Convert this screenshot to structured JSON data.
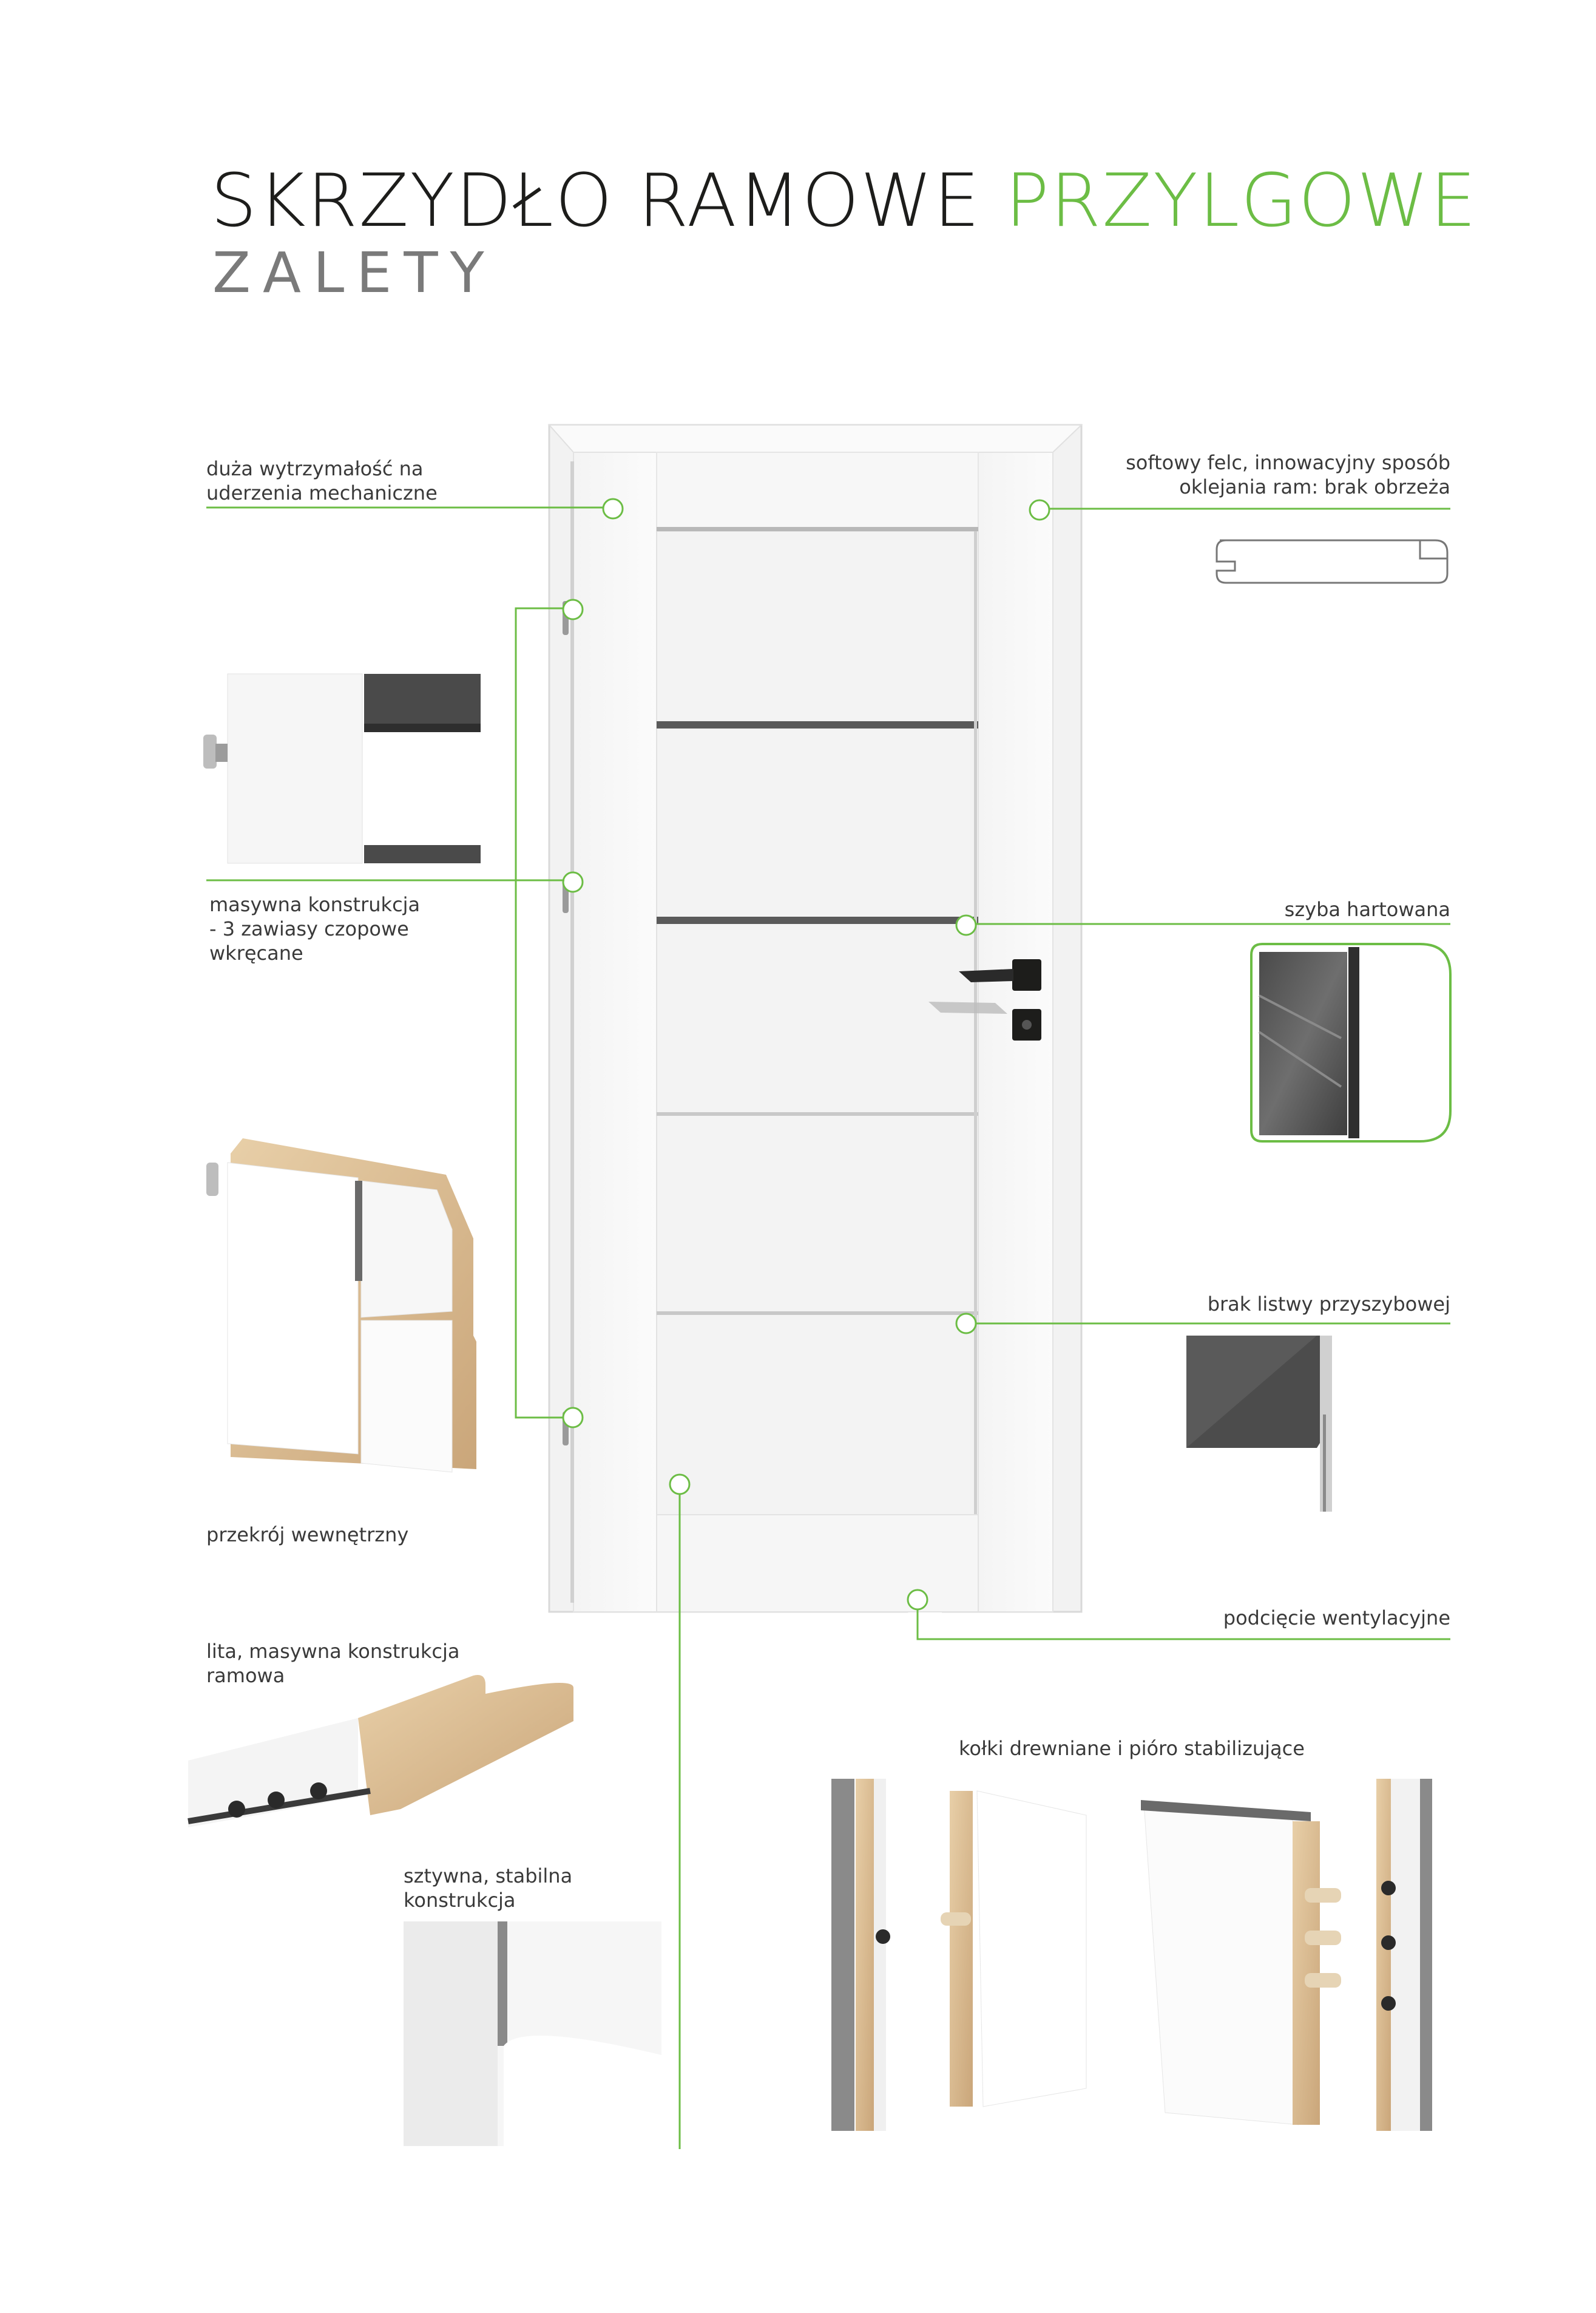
{
  "header": {
    "title_main": "SKRZYDŁO RAMOWE",
    "title_accent": "PRZYLGOWE",
    "subtitle": "ZALETY"
  },
  "colors": {
    "accent": "#6cbd45",
    "text": "#3a3a3a",
    "title": "#1d1d1b",
    "subtitle": "#7a7a7a"
  },
  "features": {
    "impact": "duża wytrzymałość na\nuderzenia mechaniczne",
    "softfelc": "softowy felc, innowacyjny sposób\noklejania ram: brak obrzeża",
    "hinges": "masywna konstrukcja\n- 3 zawiasy czopowe\nwkręcane",
    "glass": "szyba hartowana",
    "cross_section": "przekrój wewnętrzny",
    "no_bead": "brak listwy przyszybowej",
    "solid_frame": "lita, masywna konstrukcja\nramowa",
    "vent": "podcięcie wentylacyjne",
    "dowels": "kołki drewniane i pióro stabilizujące",
    "rigid": "sztywna, stabilna\nkonstrukcja"
  }
}
